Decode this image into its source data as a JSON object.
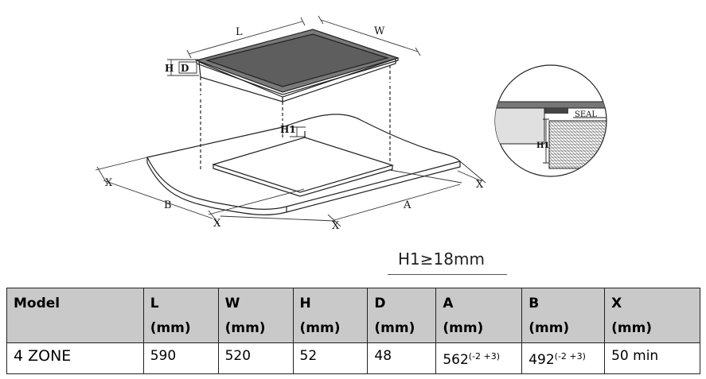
{
  "diagram": {
    "labels": {
      "L": "L",
      "W": "W",
      "H": "H",
      "D": "D",
      "H1": "H1",
      "A": "A",
      "B": "B",
      "X": "X",
      "seal": "SEAL"
    },
    "formula": "H1≥18mm"
  },
  "table": {
    "header": [
      {
        "name": "Model",
        "unit": ""
      },
      {
        "name": "L",
        "unit": "(mm)"
      },
      {
        "name": "W",
        "unit": "(mm)"
      },
      {
        "name": "H",
        "unit": "(mm)"
      },
      {
        "name": "D",
        "unit": "(mm)"
      },
      {
        "name": "A",
        "unit": "(mm)"
      },
      {
        "name": "B",
        "unit": "(mm)"
      },
      {
        "name": "X",
        "unit": "(mm)"
      }
    ],
    "row": {
      "model": "4 ZONE",
      "L": "590",
      "W": "520",
      "H": "52",
      "D": "48",
      "A": "562",
      "A_tol": "(-2 +3)",
      "B": "492",
      "B_tol": "(-2 +3)",
      "X": "50 min"
    }
  }
}
